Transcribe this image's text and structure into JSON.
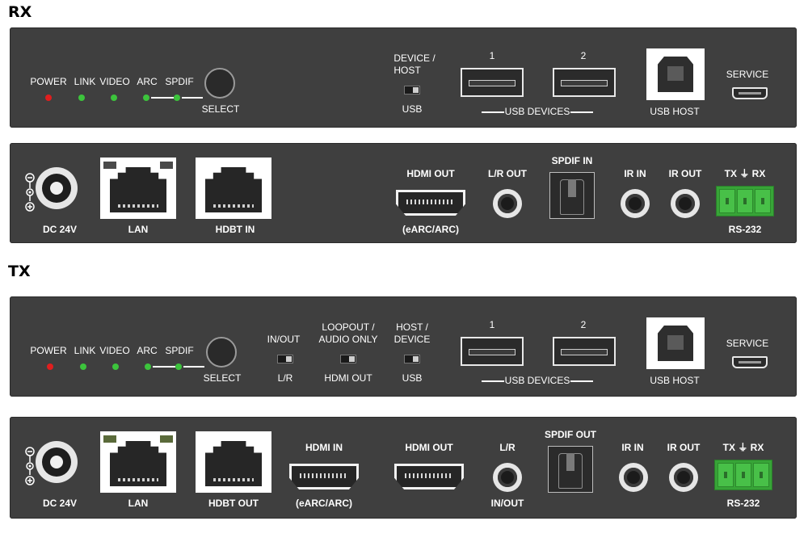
{
  "rx": {
    "section_title": "RX",
    "front": {
      "leds": [
        {
          "label": "POWER",
          "color": "#e01e1e"
        },
        {
          "label": "LINK",
          "color": "#3cc43c"
        },
        {
          "label": "VIDEO",
          "color": "#3cc43c"
        },
        {
          "label": "ARC",
          "color": "#3cc43c"
        },
        {
          "label": "SPDIF",
          "color": "#3cc43c"
        }
      ],
      "select_label": "SELECT",
      "switch_top_label_1": "DEVICE /",
      "switch_top_label_2": "HOST",
      "switch_bottom_label": "USB",
      "usb_port_1": "1",
      "usb_port_2": "2",
      "usb_devices_label": "USB DEVICES",
      "usb_host_label": "USB HOST",
      "service_label": "SERVICE"
    },
    "rear": {
      "dc_label": "DC 24V",
      "lan_label": "LAN",
      "hdbt_label": "HDBT IN",
      "hdmi_out_label": "HDMI OUT",
      "hdmi_out_sub": "(eARC/ARC)",
      "lr_out_label": "L/R OUT",
      "spdif_label": "SPDIF IN",
      "ir_in_label": "IR IN",
      "ir_out_label": "IR OUT",
      "rs232_top_label": "TX ⏚ RX",
      "rs232_label": "RS-232"
    }
  },
  "tx": {
    "section_title": "TX",
    "front": {
      "leds": [
        {
          "label": "POWER",
          "color": "#e01e1e"
        },
        {
          "label": "LINK",
          "color": "#3cc43c"
        },
        {
          "label": "VIDEO",
          "color": "#3cc43c"
        },
        {
          "label": "ARC",
          "color": "#3cc43c"
        },
        {
          "label": "SPDIF",
          "color": "#3cc43c"
        }
      ],
      "select_label": "SELECT",
      "switch1_top": "IN/OUT",
      "switch1_bottom": "L/R",
      "switch2_top_1": "LOOPOUT /",
      "switch2_top_2": "AUDIO ONLY",
      "switch2_bottom": "HDMI OUT",
      "switch3_top_1": "HOST /",
      "switch3_top_2": "DEVICE",
      "switch3_bottom": "USB",
      "usb_port_1": "1",
      "usb_port_2": "2",
      "usb_devices_label": "USB DEVICES",
      "usb_host_label": "USB HOST",
      "service_label": "SERVICE"
    },
    "rear": {
      "dc_label": "DC 24V",
      "lan_label": "LAN",
      "hdbt_label": "HDBT OUT",
      "hdmi_in_label": "HDMI IN",
      "hdmi_in_sub": "(eARC/ARC)",
      "hdmi_out_label": "HDMI OUT",
      "lr_label": "L/R",
      "lr_sub": "IN/OUT",
      "spdif_label": "SPDIF OUT",
      "ir_in_label": "IR IN",
      "ir_out_label": "IR OUT",
      "rs232_top_label": "TX ⏚ RX",
      "rs232_label": "RS-232"
    }
  }
}
